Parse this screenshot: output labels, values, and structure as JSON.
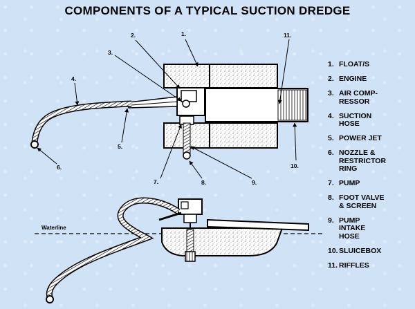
{
  "title": "COMPONENTS OF A TYPICAL SUCTION DREDGE",
  "callouts": [
    "1.",
    "2.",
    "3.",
    "4.",
    "5.",
    "6.",
    "7.",
    "8.",
    "9.",
    "10.",
    "11."
  ],
  "waterline_label": "Waterline",
  "legend": [
    {
      "num": "1.",
      "text": "FLOAT/S"
    },
    {
      "num": "2.",
      "text": "ENGINE"
    },
    {
      "num": "3.",
      "text": "AIR COMP-\nRESSOR"
    },
    {
      "num": "4.",
      "text": "SUCTION\nHOSE"
    },
    {
      "num": "5.",
      "text": "POWER JET"
    },
    {
      "num": "6.",
      "text": "NOZZLE &\nRESTRICTOR\nRING"
    },
    {
      "num": "7.",
      "text": "PUMP"
    },
    {
      "num": "8.",
      "text": "FOOT VALVE\n& SCREEN"
    },
    {
      "num": "9.",
      "text": "PUMP\nINTAKE\nHOSE"
    },
    {
      "num": "10.",
      "text": "SLUICEBOX"
    },
    {
      "num": "11.",
      "text": "RIFFLES"
    }
  ]
}
